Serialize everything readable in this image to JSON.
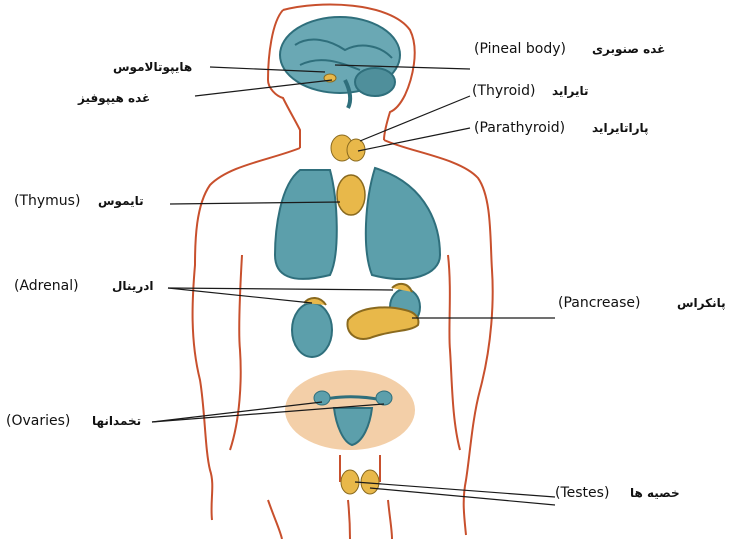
{
  "diagram": {
    "labels": {
      "hypothalamus": {
        "fa": "هایپوتالاموس"
      },
      "pituitary": {
        "fa": "غده هیپوفیز"
      },
      "pineal": {
        "en": "(Pineal body)",
        "fa": "غده صنوبری"
      },
      "thyroid": {
        "en": "(Thyroid)",
        "fa": "تایراید"
      },
      "parathyroid": {
        "en": "(Parathyroid)",
        "fa": "پاراتایراید"
      },
      "thymus": {
        "en": "(Thymus)",
        "fa": "تایموس"
      },
      "adrenal": {
        "en": "(Adrenal)",
        "fa": "ادرینال"
      },
      "pancreas": {
        "en": "(Pancrease)",
        "fa": "پانکراس"
      },
      "ovaries": {
        "en": "(Ovaries)",
        "fa": "تخمدانها"
      },
      "testes": {
        "en": "(Testes)",
        "fa": "خصیه ها"
      }
    },
    "colors": {
      "body_outline": "#c8502d",
      "organ_blue": "#5c9fab",
      "organ_dark": "#2f6f7c",
      "gland_yellow": "#e8b84a",
      "ovary_glow": "#f3cfa8",
      "leader_line": "#1a1a1a"
    }
  }
}
